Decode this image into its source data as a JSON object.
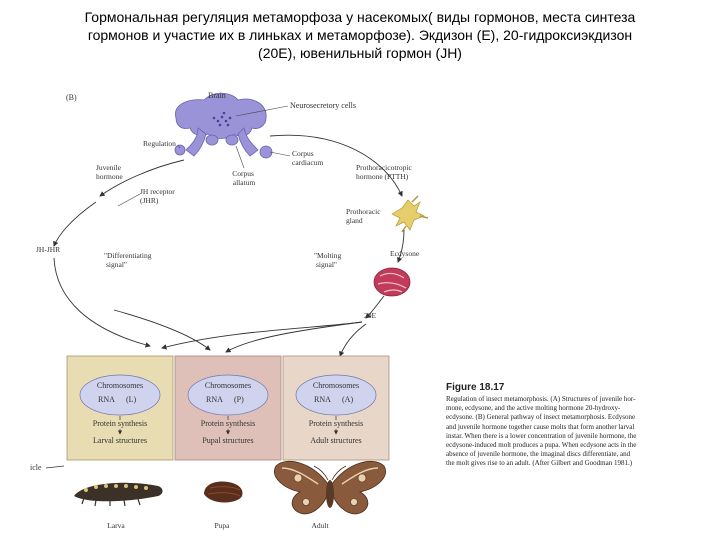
{
  "title": {
    "line1": "Гормональная регуляция метаморфоза у насекомых( виды гормонов, места синтеза",
    "line2": "гормонов и участие их в линьках и метаморфозе). Экдизон (Е), 20-гидроксиэкдизон",
    "line3": "(20Е), ювенильный гормон (JH)"
  },
  "diagram": {
    "panel": "(B)",
    "brain": "Brain",
    "neurosecretory": "Neurosecretory cells",
    "regulation": "Regulation",
    "corpus_cardiacum": [
      "Corpus",
      "cardiacum"
    ],
    "corpus_allatum": [
      "Corpus",
      "allatum"
    ],
    "juvenile_hormone": [
      "Juvenile",
      "hormone"
    ],
    "ptth": [
      "Prothoracicotropic",
      "hormone (PTTH)"
    ],
    "jh_receptor": [
      "JH receptor",
      "(JHR)"
    ],
    "prothoracic_gland": [
      "Prothoracic",
      "gland"
    ],
    "ecdysone": "Ecdysone",
    "jh_jhr": "JH-JHR",
    "differentiating": [
      "\"Differentiating",
      "signal\""
    ],
    "molting": [
      "\"Molting",
      "signal\""
    ],
    "e20": "20E",
    "larval_box": {
      "chromosomes": "Chromosomes",
      "rna": "RNA",
      "code": "(L)",
      "protein": "Protein synthesis",
      "structures": "Larval structures"
    },
    "pupal_box": {
      "chromosomes": "Chromosomes",
      "rna": "RNA",
      "code": "(P)",
      "protein": "Protein synthesis",
      "structures": "Pupal structures"
    },
    "adult_box": {
      "chromosomes": "Chromosomes",
      "rna": "RNA",
      "code": "(A)",
      "protein": "Protein synthesis",
      "structures": "Adult structures"
    },
    "cycle": "icle",
    "larva_label": "Larva",
    "pupa_label": "Pupa",
    "adult_label": "Adult"
  },
  "caption": {
    "figure": "Figure 18.17",
    "lines": [
      "Regulation of insect metamorphosis. (A) Structures of juvenile hor-",
      "mone, ecdysone, and the active molting hormone 20-hydroxy-",
      "ecdysone. (B) General pathway of insect metamorphosis. Ecdysone",
      "and juvenile hormone together cause molts that form another larval",
      "instar. When there is a lower concentration of juvenile hormone, the",
      "ecdysone-induced molt produces a pupa. When ecdysone acts in the",
      "absence of juvenile hormone, the imaginal discs differentiate, and",
      "the molt gives rise to an adult. (After Gilbert and Goodman 1981.)"
    ]
  },
  "colors": {
    "brain": "#9b93d8",
    "larval_box": "#e8dcb2",
    "pupal_box": "#dfc0b8",
    "adult_box": "#e8d6c8",
    "ellipse": "#cfd3ee",
    "ecdysone_cell": "#c23b5a",
    "gland": "#e6cf6a"
  }
}
